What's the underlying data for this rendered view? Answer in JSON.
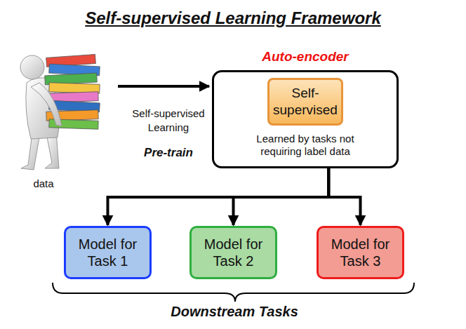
{
  "diagram": {
    "title": "Self-supervised Learning Framework",
    "nodes": [
      {
        "text": [
          "Auto-encoder",
          "Learned by tasks not requiring label data"
        ]
      },
      {
        "text": [
          "Self-supervised"
        ],
        "in": 0
      },
      {
        "text": [
          "Model for Task 1"
        ]
      },
      {
        "text": [
          "Model for Task 2"
        ]
      },
      {
        "text": [
          "Model for Task 3"
        ]
      }
    ],
    "edges": [
      {
        "from": 0,
        "to": 2,
        "arrow": "to"
      },
      {
        "from": 0,
        "to": 3,
        "arrow": "to"
      },
      {
        "from": 0,
        "to": 4,
        "arrow": "to"
      }
    ],
    "labels": [
      "data",
      "Self-supervised Learning",
      "Pre-train",
      "Downstream Tasks"
    ]
  }
}
